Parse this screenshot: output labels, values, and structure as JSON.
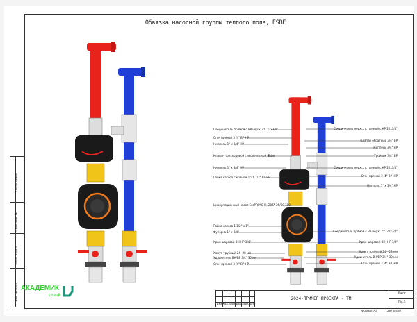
{
  "title": "Обвязка насосной группы теплого пола, ESBE",
  "left_labels": [
    "Соединитель прямой с ВР нерж. ст. 22х3/4\"",
    "Сгон прямой 3 /4\" ВР-НР",
    "Ниппель 1\" х 3/4\" НР",
    "Клапан трехходовой смесительный, Esbe",
    "Ниппель 1\" х 3/4\" НР",
    "Гайка насоса с краном 1\"х1 1/2\" ВР-ВР",
    "Циркуляционный насос EcoPRIMO III, 20TA 25/60 180",
    "Гайка насоса 1 1/2\" х 1\"",
    "Футорка 1\" х 3/4\"",
    "Кран шаровой ВН-НР 3/4\"",
    "Хомут трубный 24- 28 мм",
    "Удлинитель ВН/ВР 3/4\" 30 мм",
    "Сгон прямой 3 /4\" ВР-НР"
  ],
  "right_labels": [
    "Соединитель нерж.ст. прямой с НР 22х3/4\"",
    "Клапан обратный 3/4\" ВР",
    "Ниппель 3/4\" НР",
    "Тройник 3/4\" ВР",
    "Соединитель нерж.ст. прямой с НР 22х3/4\"",
    "Сгон прямой 3 /4\" ВР -НР",
    "Ниппель 1\" х 3/4\" НР",
    "Соединитель прямой с ВР нерж. ст. 22х3/4\"",
    "Кран шаровой ВН -НР 3/4\"",
    "Хомут трубный 24—28 мм",
    "Удлинитель ВН/ВР 3/4\" 30 мм",
    "Сгон прямой 3 /4\" ВР -НР"
  ],
  "title_block": {
    "columns": [
      "Изм.",
      "Кол.уч",
      "Лист",
      "№док.",
      "Подп.",
      "Дата"
    ],
    "project": "2024-ПРИМЕР ПРОЕКТА - ТМ",
    "sheet_label": "Лист",
    "sheet_value": "ТМ-5",
    "format": "Формат А3",
    "size": "297 х 420"
  },
  "stamp": [
    "Согласовано",
    "Взам. инв. №",
    "Подп. и дата",
    "Инв. № подл."
  ],
  "logo": {
    "main": "АКАДЕМИК",
    "sub": "СТРОЙ"
  },
  "colors": {
    "hot": "#e8231c",
    "cold": "#1f3fd6",
    "brass": "#f0c419",
    "body": "#1a1a1a",
    "accent": "#f07a1a"
  }
}
